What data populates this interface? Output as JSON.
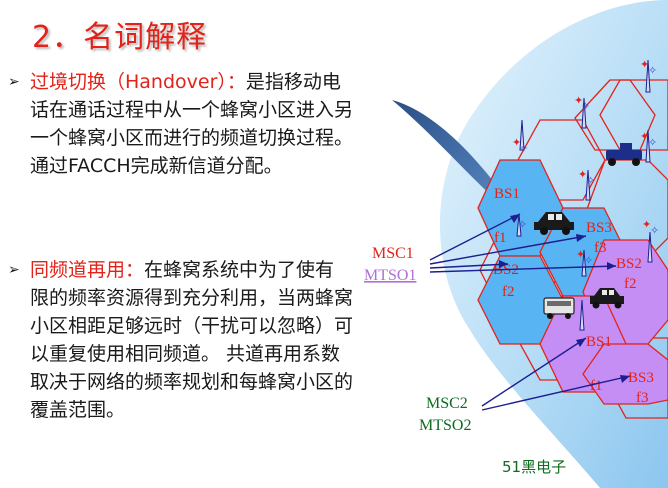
{
  "slide": {
    "title": "2．名词解释",
    "bullets": [
      {
        "term": "过境切换（Handover）：",
        "text": "是指移动电话在通话过程中从一个蜂窝小区进入另一个蜂窝小区而进行的频道切换过程。通过FACCH完成新信道分配。"
      },
      {
        "term": "同频道再用：",
        "text": "在蜂窝系统中为了使有限的频率资源得到充分利用，当两蜂窝小区相距足够远时（干扰可以忽略）可以重复使用相同频道。 共道再用系数取决于网络的频率规划和每蜂窝小区的覆盖范围。"
      }
    ]
  },
  "diagram": {
    "cells": [
      {
        "label": "BS1",
        "freq": "f1"
      },
      {
        "label": "BS2",
        "freq": "f2"
      },
      {
        "label": "BS3",
        "freq": "f3"
      },
      {
        "label": "BS2",
        "freq": "f2"
      },
      {
        "label": "BS1",
        "freq": "f1"
      },
      {
        "label": "BS3",
        "freq": "f3"
      }
    ],
    "msc1": {
      "line1": "MSC1",
      "line2": "MTSO1"
    },
    "msc2": {
      "line1": "MSC2",
      "line2": "MTSO2"
    },
    "watermark": "51黑电子",
    "colors": {
      "red": "#e2231a",
      "blue_cell": "#58b4f2",
      "purple_cell": "#c58ef5",
      "navy": "#1b1f8f",
      "green_text": "#0e6b1f",
      "backdrop": "#bfe0f7"
    }
  }
}
